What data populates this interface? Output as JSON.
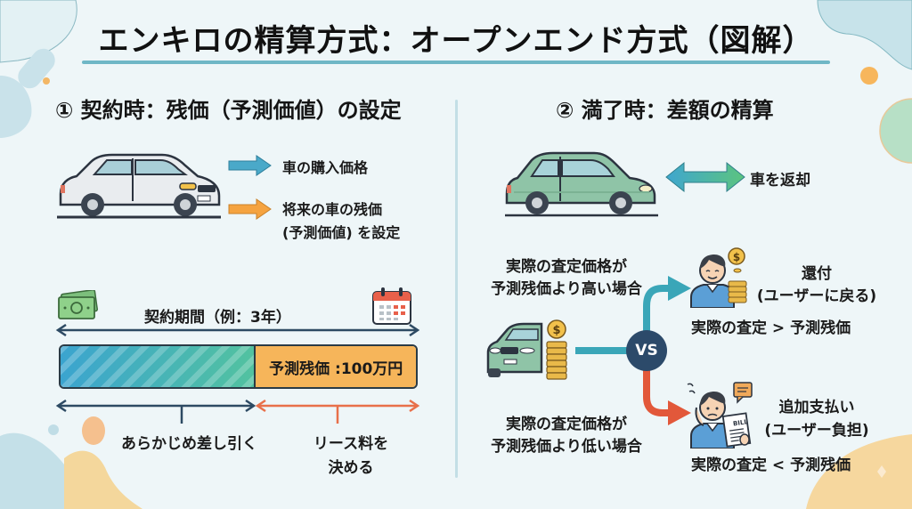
{
  "header": {
    "title": "エンキロの精算方式：オープンエンド方式（図解）"
  },
  "colors": {
    "accent_teal": "#6fb7c6",
    "arrow_blue": "#4aa9c9",
    "arrow_orange": "#f5a340",
    "timeline_navy": "#2d4a63",
    "timeline_orange": "#e8704a",
    "residual_orange": "#f6b55a",
    "vs_navy": "#2c4a6a",
    "branch_teal": "#3aa6b8",
    "branch_red": "#e2583a"
  },
  "left_section": {
    "title": "① 契約時：残価（予測価値）の設定",
    "car_icon": "white-sedan-icon",
    "arrows": [
      {
        "icon": "arrow-right-blue-icon",
        "label": "車の購入価格"
      },
      {
        "icon": "arrow-right-orange-icon",
        "label_line1": "将来の車の残価",
        "label_line2": "(予測価値) を設定"
      }
    ],
    "timeline": {
      "money_icon": "banknote-icon",
      "calendar_icon": "calendar-icon",
      "period_label": "契約期間（例：3年）",
      "residual_label": "予測残価 :100万円",
      "depreciation_fraction": 0.55,
      "left_caption": "あらかじめ差し引く",
      "right_caption_line1": "リース料を",
      "right_caption_line2": "決める"
    }
  },
  "right_section": {
    "title": "② 満了時：差額の精算",
    "car_icon": "green-hatchback-icon",
    "return_arrow_icon": "double-arrow-icon",
    "return_label": "車を返却",
    "compare_car_icon": "car-with-coins-icon",
    "vs_label": "VS",
    "higher_case": {
      "condition_line1": "実際の査定価格が",
      "condition_line2": "予測残価より高い場合",
      "person_icon": "happy-person-coins-icon",
      "result_line1": "還付",
      "result_line2": "(ユーザーに戻る)",
      "formula": "実際の査定 > 予測残価"
    },
    "lower_case": {
      "condition_line1": "実際の査定価格が",
      "condition_line2": "予測残価より低い場合",
      "person_icon": "worried-person-bill-icon",
      "bill_text": "BILL",
      "result_line1": "追加支払い",
      "result_line2": "(ユーザー負担)",
      "formula": "実際の査定 < 予測残価"
    }
  }
}
